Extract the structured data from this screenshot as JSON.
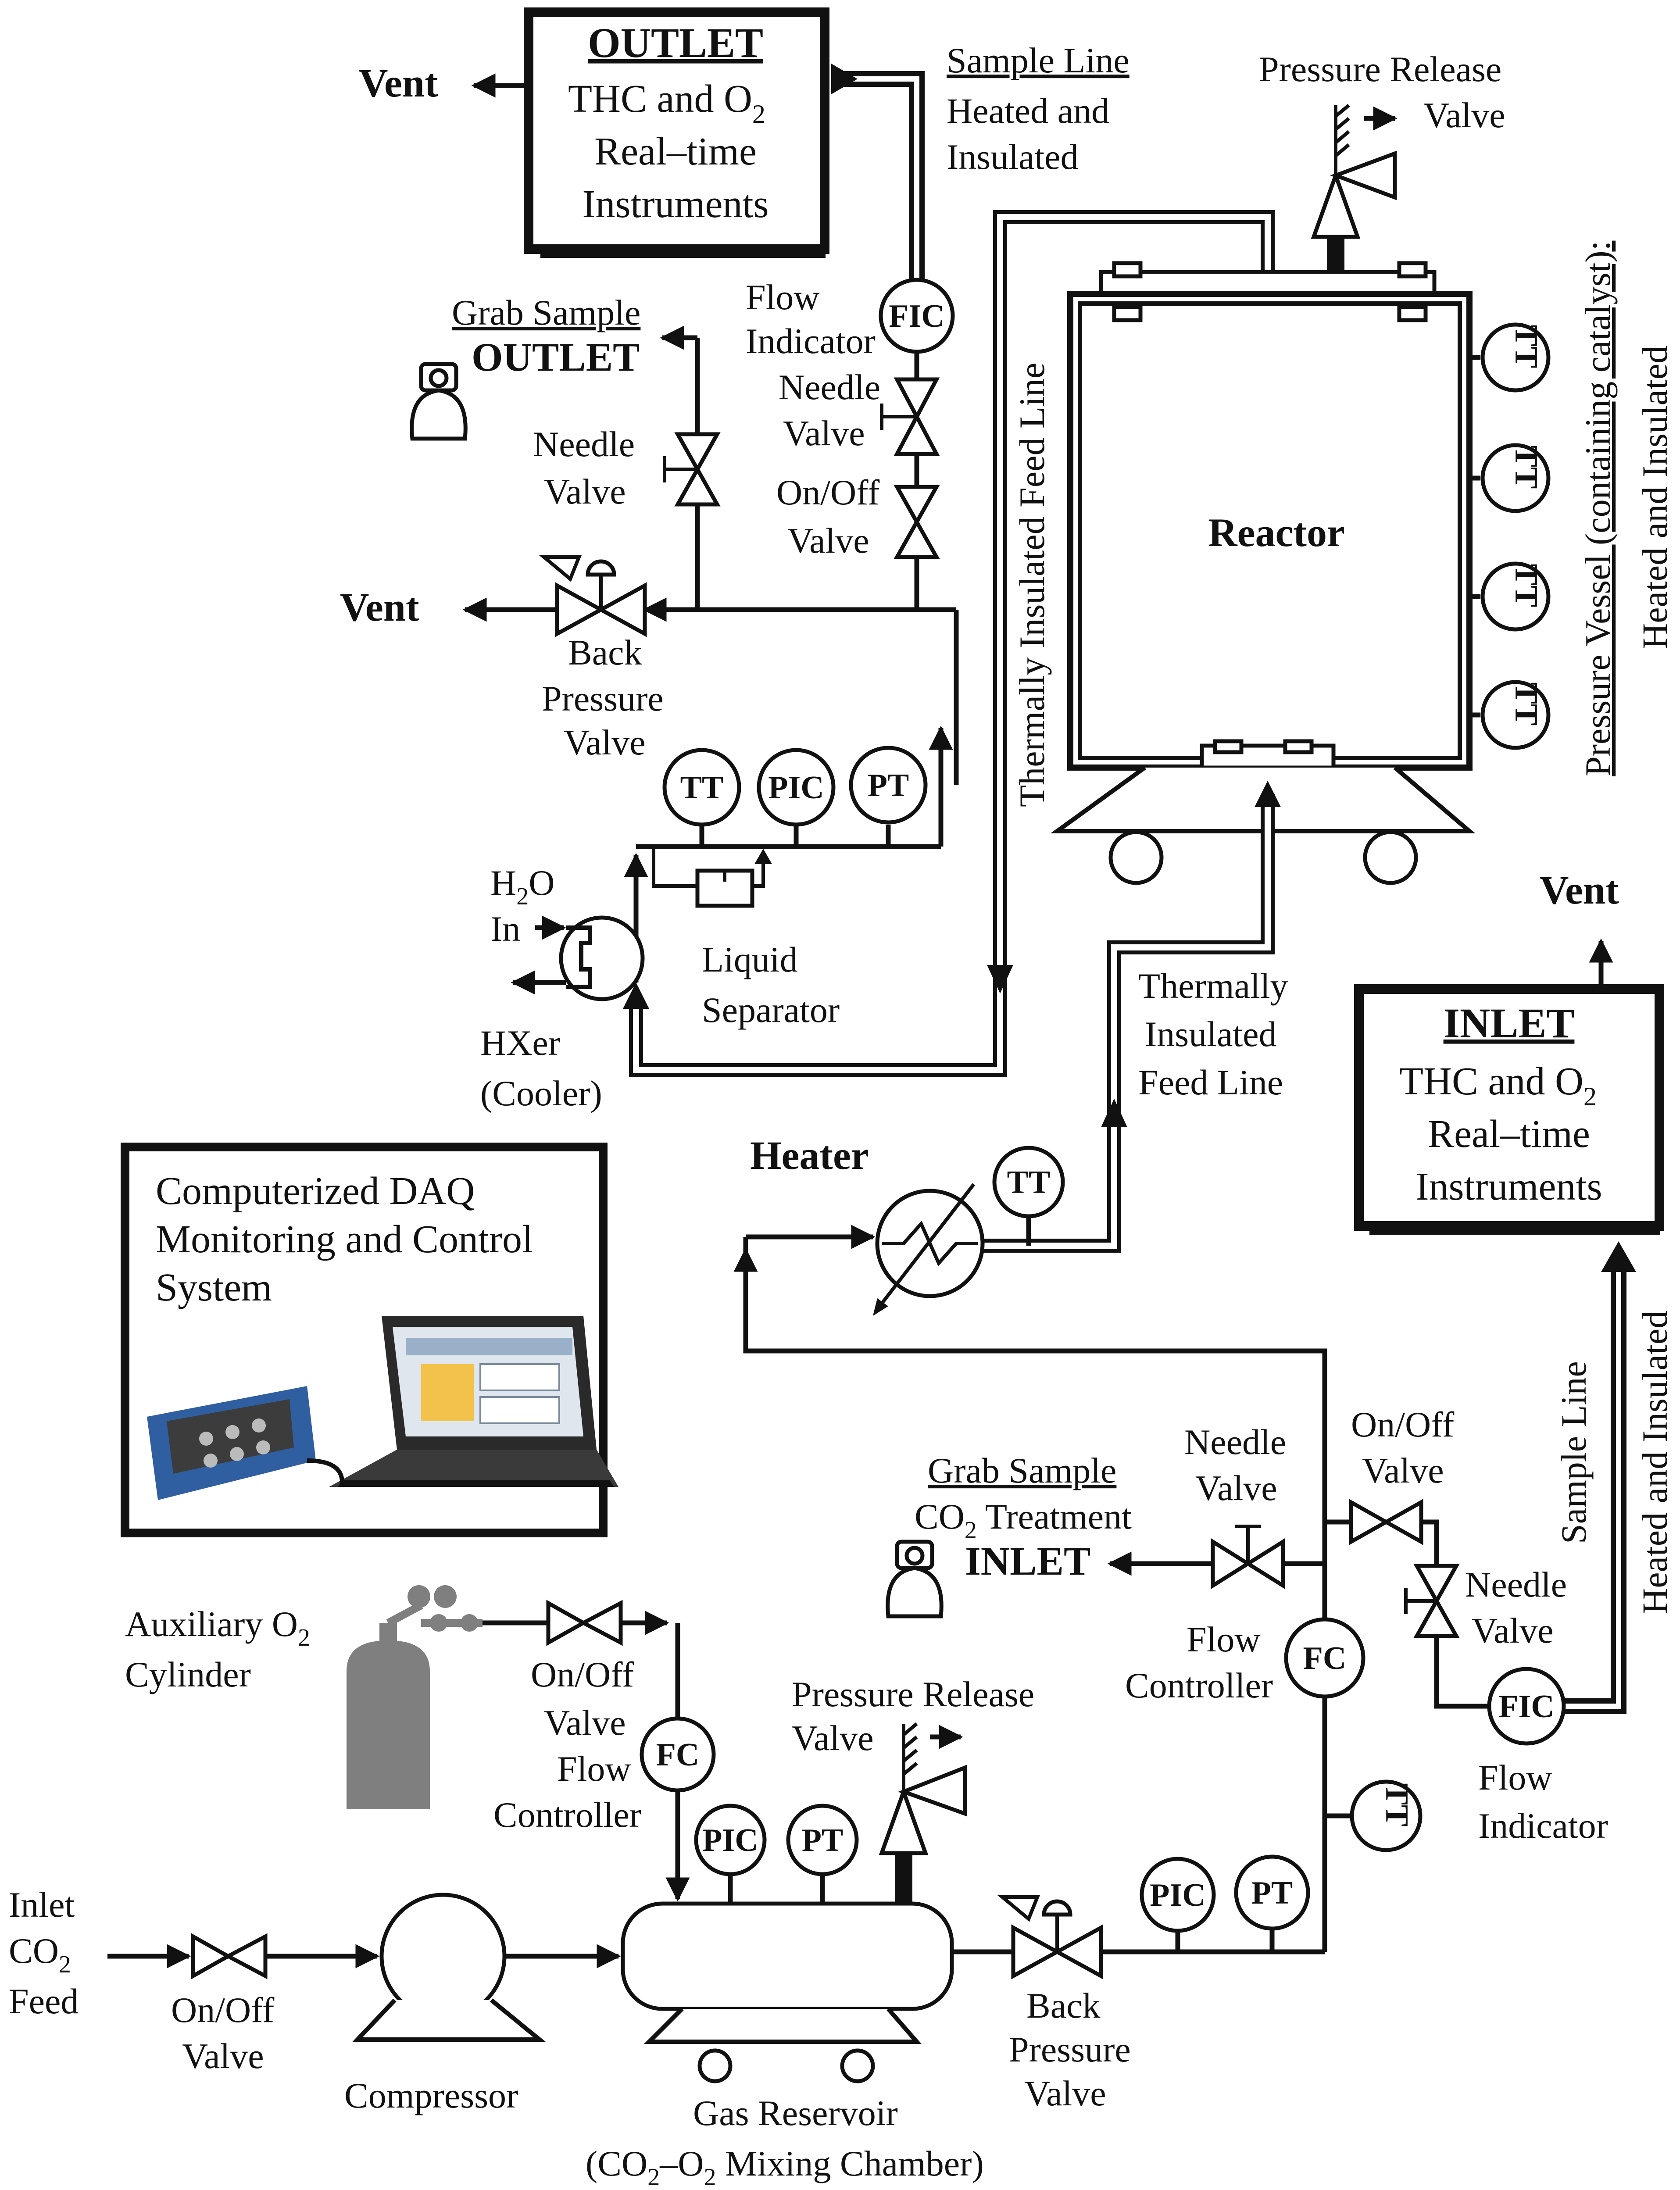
{
  "outlet_box": {
    "title": "OUTLET",
    "line1": "THC  and O",
    "sub": "2",
    "line2": "Real–time",
    "line3": "Instruments"
  },
  "inlet_box": {
    "title": "INLET",
    "line1": "THC  and O",
    "sub": "2",
    "line2": "Real–time",
    "line3": "Instruments"
  },
  "vent_labels": {
    "top": "Vent",
    "left": "Vent",
    "right": "Vent"
  },
  "sample_line_top": {
    "title": "Sample Line",
    "line1": "Heated and",
    "line2": "Insulated"
  },
  "pressure_release_top": {
    "line1": "Pressure Release",
    "line2": "Valve"
  },
  "pressure_vessel": {
    "line1": "Pressure Vessel (containing catalyst):",
    "line2": "Heated and Insulated"
  },
  "reactor": {
    "label": "Reactor"
  },
  "thermal_line_vertical": {
    "label": "Thermally  Insulated  Feed Line"
  },
  "thermal_line_mid": {
    "line1": "Thermally",
    "line2": "Insulated",
    "line3": "Feed Line"
  },
  "outlet_grab": {
    "title": "Grab Sample",
    "label": "OUTLET"
  },
  "outlet_needle": {
    "line1": "Needle",
    "line2": "Valve"
  },
  "outlet_flow_indicator": {
    "line1": "Flow",
    "line2": "Indicator"
  },
  "outlet_needle2": {
    "line1": "Needle",
    "line2": "Valve"
  },
  "outlet_onoff": {
    "line1": "On/Off",
    "line2": "Valve"
  },
  "outlet_bpv": {
    "line1": "Back",
    "line2": "Pressure",
    "line3": "Valve"
  },
  "hxer": {
    "h2o": "H",
    "h2o_sub": "2",
    "h2o_tail": "O",
    "in": "In",
    "line1": "HXer",
    "line2": "(Cooler)"
  },
  "liquid_separator": {
    "line1": "Liquid",
    "line2": "Separator"
  },
  "heater": {
    "label": "Heater"
  },
  "daq": {
    "line1": "Computerized DAQ",
    "line2": "Monitoring and Control",
    "line3": "System"
  },
  "inlet_grab": {
    "title": "Grab Sample",
    "line2": "CO",
    "line2_sub": "2",
    "line2_tail": " Treatment",
    "label": "INLET"
  },
  "inlet_needle1": {
    "line1": "Needle",
    "line2": "Valve"
  },
  "inlet_onoff": {
    "line1": "On/Off",
    "line2": "Valve"
  },
  "inlet_needle2": {
    "line1": "Needle",
    "line2": "Valve"
  },
  "inlet_flow_controller": {
    "line1": "Flow",
    "line2": "Controller"
  },
  "inlet_flow_indicator": {
    "line1": "Flow",
    "line2": "Indicator"
  },
  "sample_line_right": {
    "line1": "Sample Line",
    "line2": "Heated and Insulated"
  },
  "aux_o2": {
    "line1": "Auxiliary O",
    "sub": "2",
    "line2": "Cylinder"
  },
  "aux_onoff": {
    "line1": "On/Off",
    "line2": "Valve"
  },
  "aux_fc": {
    "line1": "Flow",
    "line2": "Controller"
  },
  "pressure_release_bottom": {
    "line1": "Pressure Release",
    "line2": "Valve"
  },
  "inlet_feed": {
    "line1": "Inlet",
    "line2": "CO",
    "sub": "2",
    "line3": "Feed"
  },
  "feed_onoff": {
    "line1": "On/Off",
    "line2": "Valve"
  },
  "compressor": {
    "label": "Compressor"
  },
  "reservoir": {
    "line1": "Gas Reservoir",
    "line2": "(CO",
    "sub": "2",
    "mid": "–O",
    "sub2": "2",
    "tail": " Mixing Chamber)"
  },
  "bottom_bpv": {
    "line1": "Back",
    "line2": "Pressure",
    "line3": "Valve"
  },
  "instrument_tags": {
    "fic": "FIC",
    "fc": "FC",
    "tt": "TT",
    "pic": "PIC",
    "pt": "PT"
  }
}
